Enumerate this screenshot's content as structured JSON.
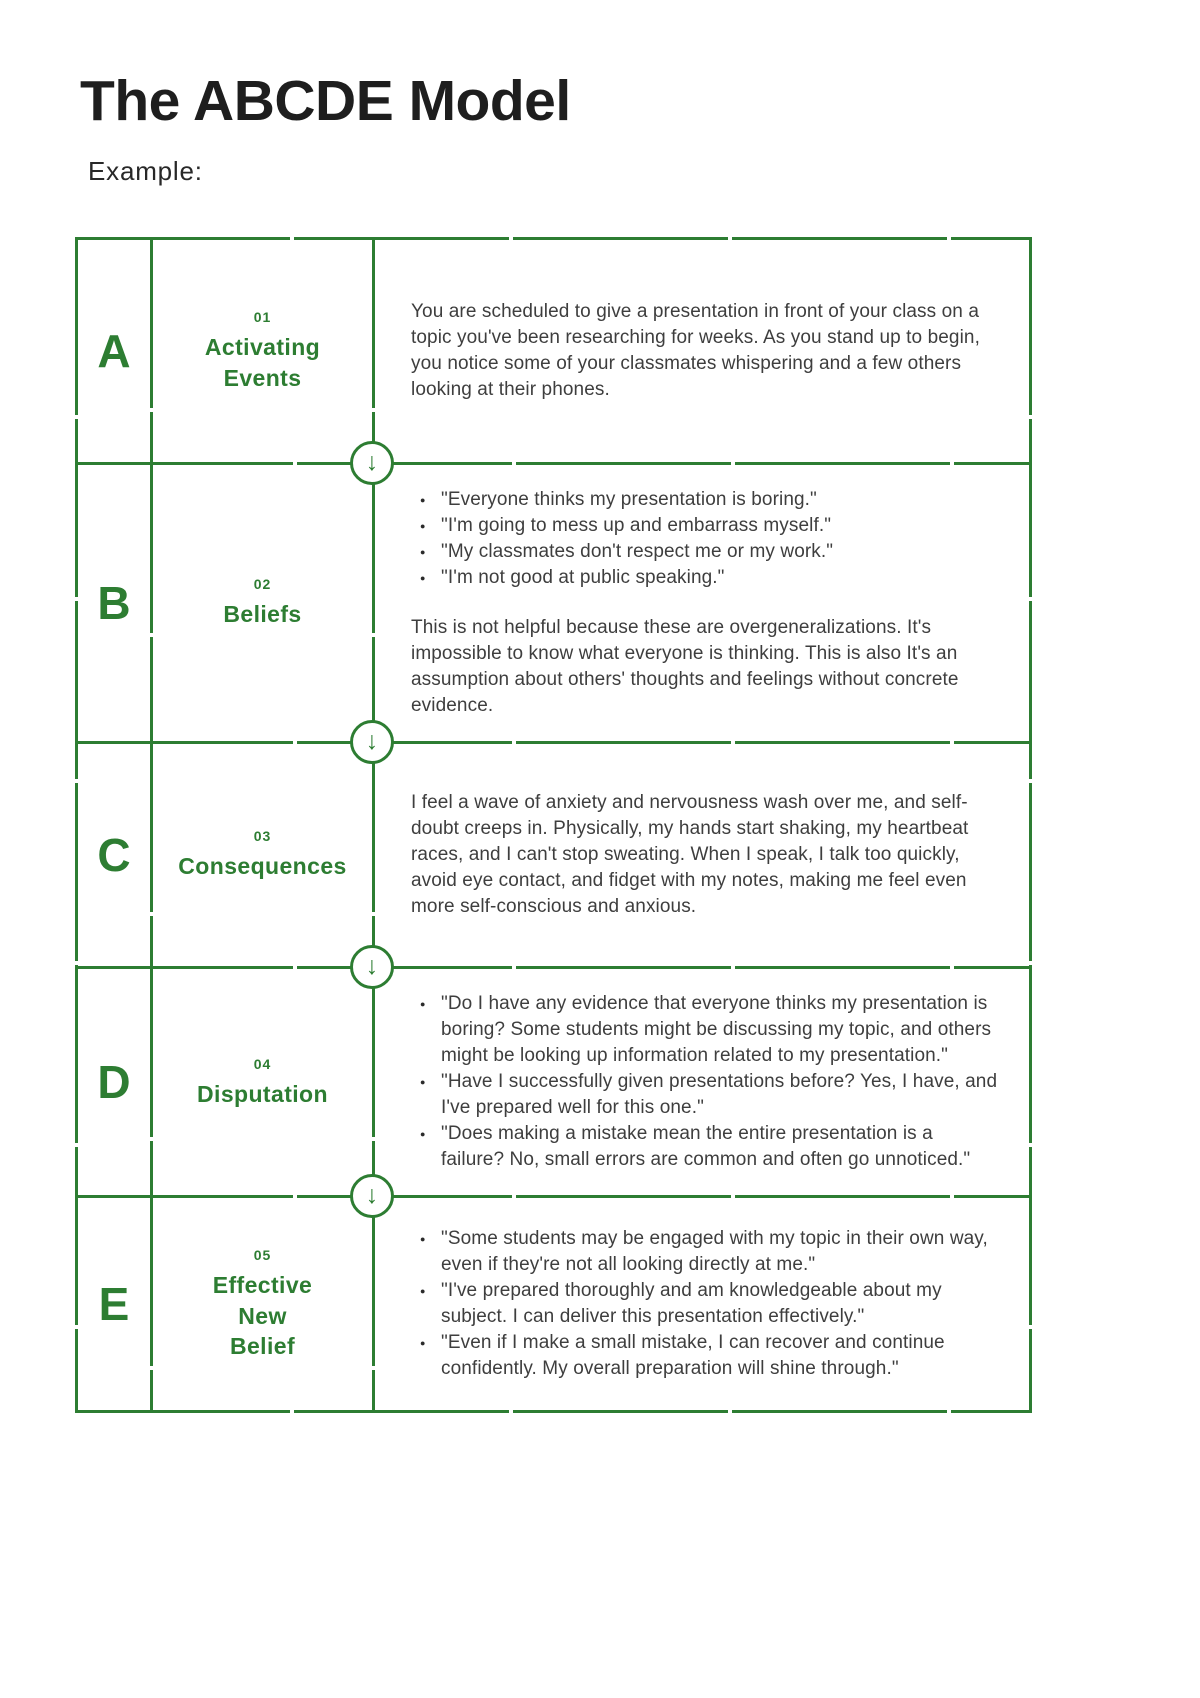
{
  "title": "The ABCDE Model",
  "subtitle": "Example:",
  "colors": {
    "accent_green": "#2d7d32",
    "title_text": "#1e1e1e",
    "body_text": "#3e3e3e"
  },
  "icons": {
    "down_arrow": "↓"
  },
  "rows": [
    {
      "letter": "A",
      "number": "01",
      "label_lines": [
        "Activating",
        "Events"
      ],
      "bullets": [],
      "paragraphs": [
        "You are scheduled to give a presentation in front of your class on a topic you've been researching for weeks. As you stand up to begin, you notice some of your classmates whispering and a few others looking at their phones."
      ]
    },
    {
      "letter": "B",
      "number": "02",
      "label_lines": [
        "Beliefs"
      ],
      "bullets": [
        "\"Everyone thinks my presentation is boring.\"",
        "\"I'm going to mess up and embarrass myself.\"",
        "\"My classmates don't respect me or my work.\"",
        "\"I'm not good at public speaking.\""
      ],
      "paragraphs": [
        "This is not helpful because these are overgeneralizations. It's impossible to know what everyone is thinking. This is also It's an assumption about others' thoughts and feelings without concrete evidence."
      ]
    },
    {
      "letter": "C",
      "number": "03",
      "label_lines": [
        "Consequences"
      ],
      "bullets": [],
      "paragraphs": [
        "I feel a wave of anxiety and nervousness wash over me, and self-doubt creeps in. Physically, my hands start shaking, my heartbeat races, and I can't stop sweating. When I speak, I talk too quickly, avoid eye contact, and fidget with my notes, making me feel even more self-conscious and anxious."
      ]
    },
    {
      "letter": "D",
      "number": "04",
      "label_lines": [
        "Disputation"
      ],
      "bullets": [
        "\"Do I have any evidence that everyone thinks my presentation is boring? Some students might be discussing my topic, and others might be looking up information related to my presentation.\"",
        "\"Have I successfully given presentations before? Yes, I have, and I've prepared well for this one.\"",
        "\"Does making a mistake mean the entire presentation is a failure? No, small errors are common and often go unnoticed.\""
      ],
      "paragraphs": []
    },
    {
      "letter": "E",
      "number": "05",
      "label_lines": [
        "Effective",
        "New",
        "Belief"
      ],
      "bullets": [
        "\"Some students may be engaged with my topic in their own way, even if they're not all looking directly at me.\"",
        "\"I've prepared thoroughly and am knowledgeable about my subject. I can deliver this presentation effectively.\"",
        "\"Even if I make a small mistake, I can recover and continue confidently. My overall preparation will shine through.\""
      ],
      "paragraphs": []
    }
  ]
}
